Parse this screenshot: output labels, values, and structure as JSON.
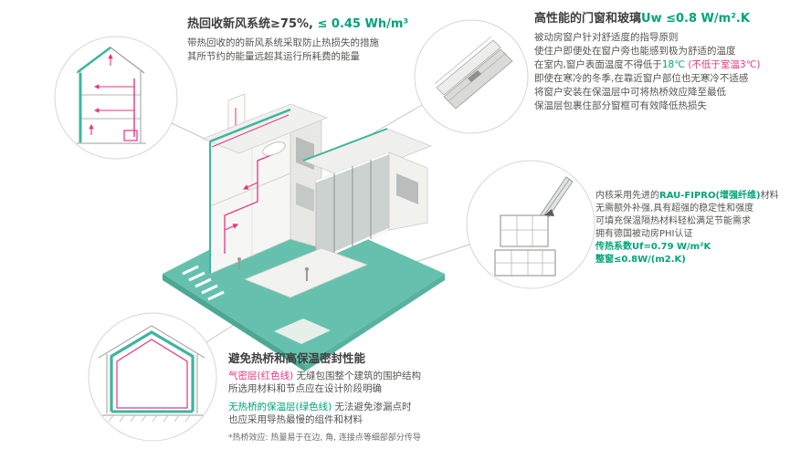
{
  "colors": {
    "accent_green_text": "#00a478",
    "accent_red_text": "#e5367e",
    "teal_insulation": "#3db59e",
    "teal_ground": "#65c1ad",
    "dark_text": "#3f3f3f",
    "leader_line_gray": "#c4c4c4"
  },
  "hrv": {
    "title_dark": "热回收新风系统≥75%, ",
    "title_green": "≤ 0.45 Wh/m³",
    "lines": [
      "带热回收的的新风系统采取防止热损失的措施",
      "其所节约的能量远超其运行所耗费的能量"
    ]
  },
  "windows": {
    "title_dark": "高性能的门窗和玻璃",
    "title_green": "Uw ≤0.8 W/m².K",
    "line1": "被动房窗户针对舒适度的指导原则",
    "line2": "使住户即便处在窗户旁也能感到极为舒适的温度",
    "line3_dark": "在室内,窗户表面温度不得低于",
    "line3_green": "18℃",
    "line3_red": " (不低于室温3℃)",
    "line4": "即使在寒冷的冬季,在靠近窗户部位也无寒冷不适感",
    "line5": "将窗户安装在保温层中可将热桥效应降至最低",
    "line6": "保温层包裹住部分窗框可有效降低热损失"
  },
  "profile": {
    "line1_dark": "内核采用先进的",
    "line1_green": "RAU-FIPRO(增强纤维)",
    "line1_dark2": "材料",
    "line2": "无需额外补强,具有超强的稳定性和强度",
    "line3": "可填充保温隔热材料轻松满足节能需求",
    "line4": "拥有德国被动房PHI认证",
    "line5_green": "传热系数Uf=0.79 W/m²K",
    "line6_green": "整窗≤0.8W/(m2.K)"
  },
  "thermal": {
    "title": "避免热桥和高保温密封性能",
    "line1_red": "气密层(红色线)",
    "line1_dark": " 无缝包围整个建筑的围护结构",
    "line2": "所选用材料和节点应在设计阶段明确",
    "line3_green": "无热桥的保温层(绿色线)",
    "line3_dark": " 无法避免渗漏点时",
    "line4": "也应采用导热最慢的组件和材料",
    "footnote": "*热桥效应: 热量易于在边, 角, 连接点等细部部分传导"
  },
  "insets": {
    "hrv_icon": "house-section-ventilation-icon",
    "window_corner_icon": "window-corner-detail-icon",
    "frame_profile_icon": "window-frame-profile-icon",
    "thermal_section_icon": "house-section-insulation-icon"
  }
}
